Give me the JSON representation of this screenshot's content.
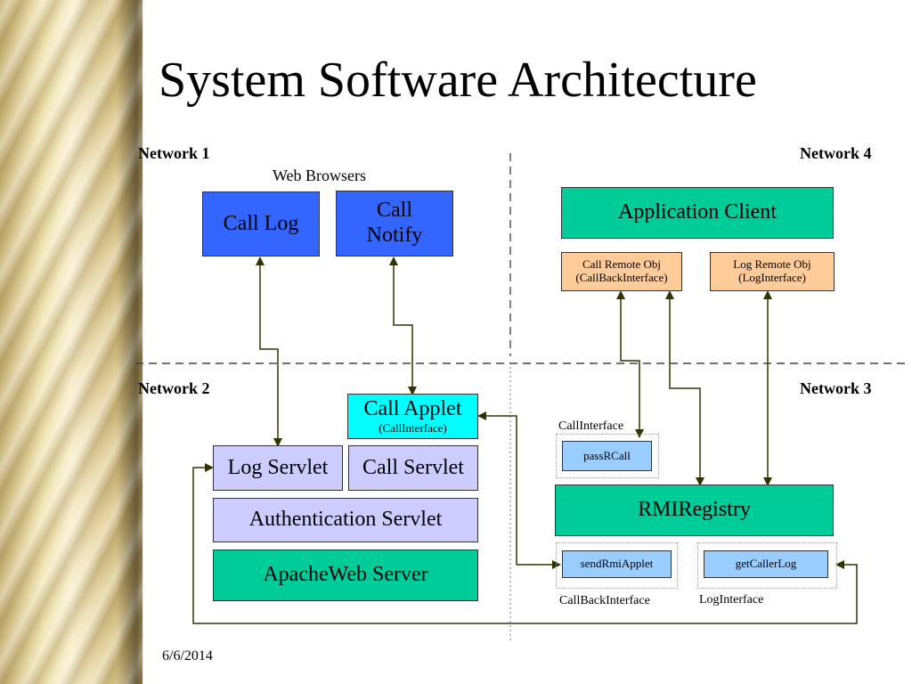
{
  "title": "System Software Architecture",
  "networks": {
    "n1": "Network 1",
    "n2": "Network 2",
    "n3": "Network 3",
    "n4": "Network 4"
  },
  "web_browsers": "Web Browsers",
  "boxes": {
    "call_log": "Call Log",
    "call_notify_1": "Call",
    "call_notify_2": "Notify",
    "application_client": "Application Client",
    "call_remote_obj_1": "Call Remote Obj",
    "call_remote_obj_2": "(CallBackInterface)",
    "log_remote_obj_1": "Log Remote Obj",
    "log_remote_obj_2": "(LogInterface)",
    "call_applet_1": "Call Applet",
    "call_applet_2": "(CallInterface)",
    "log_servlet": "Log Servlet",
    "call_servlet": "Call Servlet",
    "authentication_servlet": "Authentication Servlet",
    "apache_web_server": "ApacheWeb Server",
    "pass_r_call": "passRCall",
    "rmi_registry": "RMIRegistry",
    "send_rmi_applet": "sendRmiApplet",
    "get_caller_log": "getCallerLog"
  },
  "interface_labels": {
    "call_interface": "CallInterface",
    "callback_interface": "CallBackInterface",
    "log_interface": "LogInterface"
  },
  "footer_date": "6/6/2014",
  "colors": {
    "browser_blue": "#3366ff",
    "server_green": "#00cc99",
    "servlet_lavender": "#ccccff",
    "applet_cyan": "#00ffff",
    "remote_peach": "#ffcc99",
    "method_lightblue": "#99ccff",
    "connector": "#333300"
  }
}
